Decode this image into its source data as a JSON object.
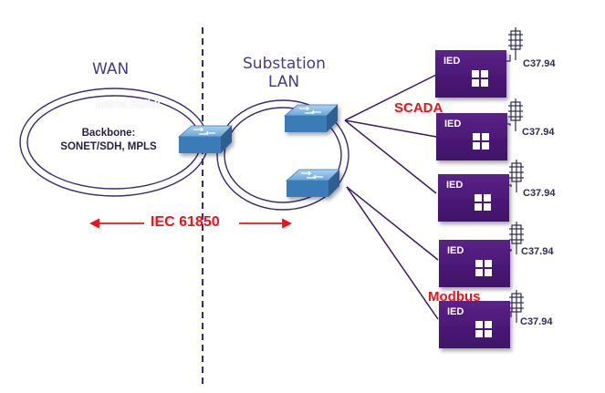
{
  "regions": {
    "wan": "WAN",
    "lan_line1": "Substation",
    "lan_line2": "LAN"
  },
  "backbone": {
    "line1": "Backbone:",
    "line2": "SONET/SDH, MPLS",
    "ghost": "ontrol Buildi"
  },
  "protocols": {
    "iec": "IEC 61850",
    "scada": "SCADA",
    "modbus": "Modbus"
  },
  "ieds": [
    {
      "label": "IED",
      "sensor": "C37.94"
    },
    {
      "label": "IED",
      "sensor": "C37.94"
    },
    {
      "label": "IED",
      "sensor": "C37.94"
    },
    {
      "label": "IED",
      "sensor": "C37.94"
    },
    {
      "label": "IED",
      "sensor": "C37.94"
    }
  ],
  "colors": {
    "ied": "#4b1878",
    "accent_red": "#e8141a",
    "switch": "#4a8cc4",
    "ring": "#3a2a6e",
    "divider": "#3a2a6e"
  }
}
